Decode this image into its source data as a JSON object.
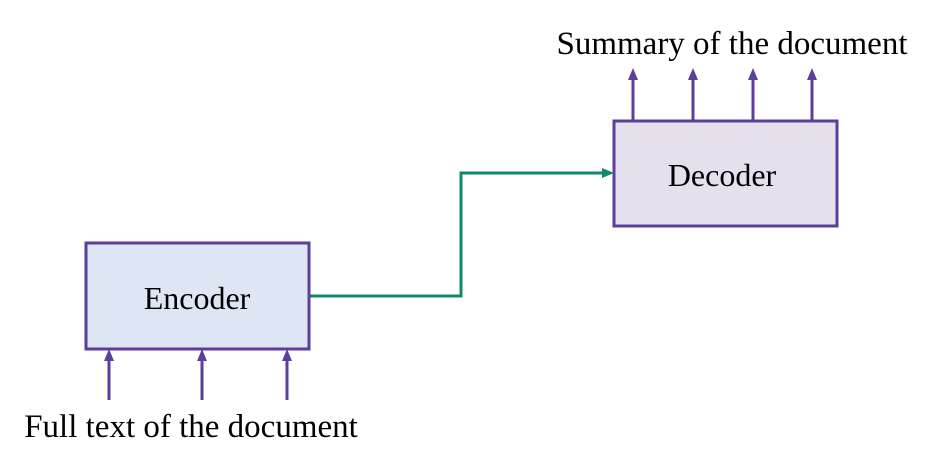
{
  "colors": {
    "border": "#5b3f9a",
    "encoder_fill": "#dde6f2",
    "decoder_fill": "#e6dfec",
    "connector": "#0e8a6b",
    "arrow": "#5b3f9a"
  },
  "diagram": {
    "input_label": "Full text of the document",
    "output_label": "Summary of the document",
    "encoder_label": "Encoder",
    "decoder_label": "Decoder"
  }
}
